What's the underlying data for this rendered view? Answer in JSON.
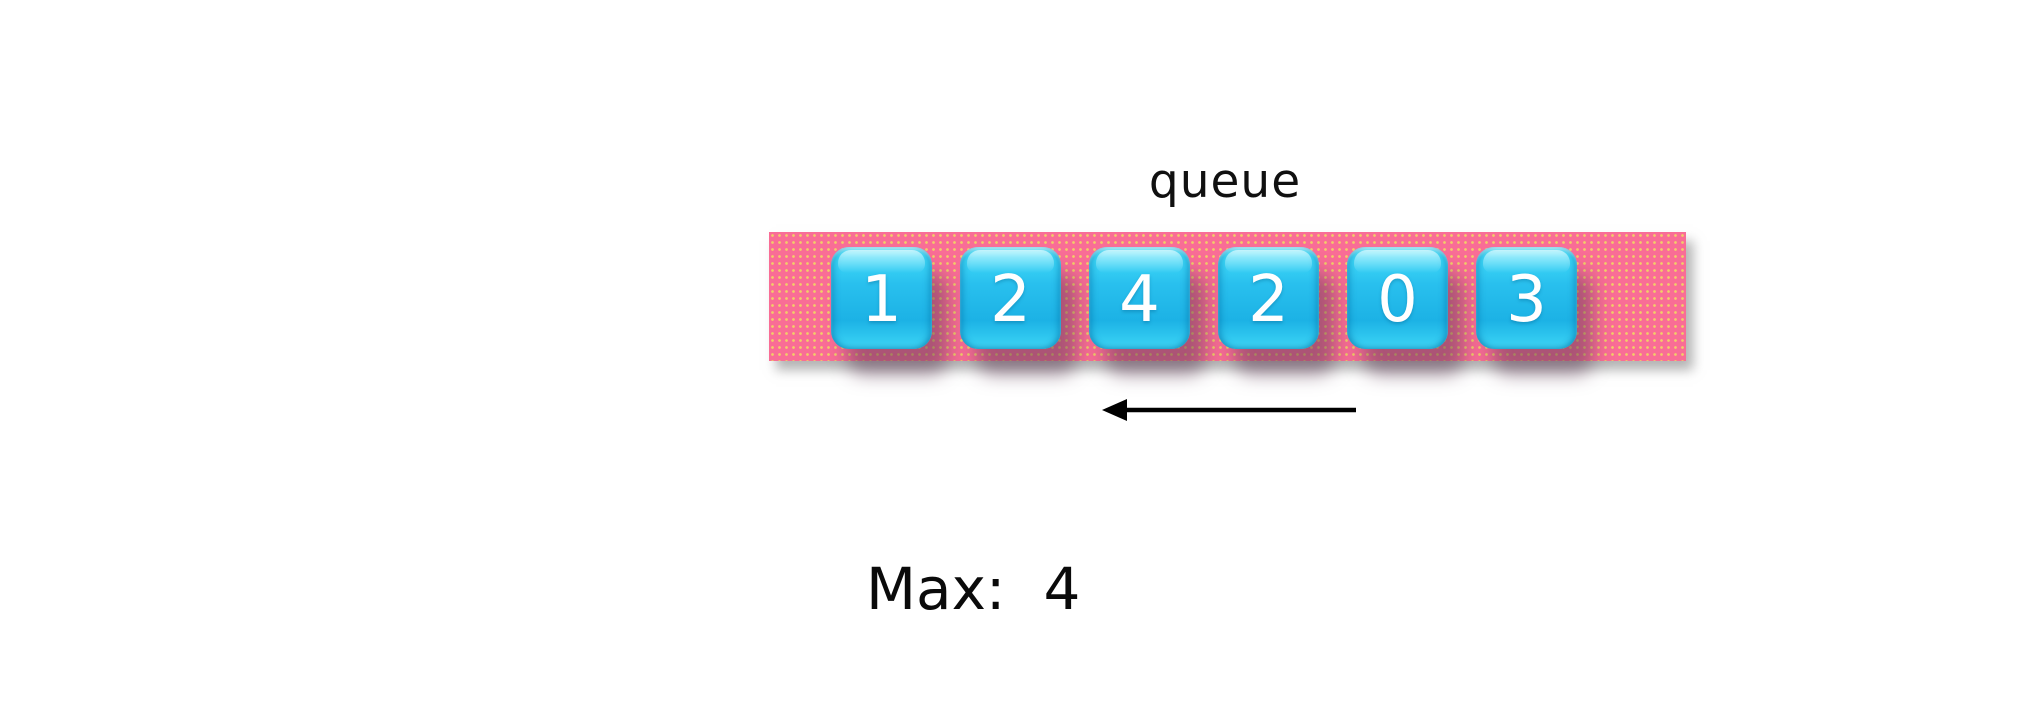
{
  "queue": {
    "label": "queue",
    "items": [
      "1",
      "2",
      "4",
      "2",
      "0",
      "3"
    ]
  },
  "arrow": {
    "direction": "left"
  },
  "max": {
    "label": "Max:",
    "value": "4"
  },
  "colors": {
    "bar_pink": "#F96D96",
    "bar_dot": "#F0E060",
    "tile_cyan": "#29C0EE",
    "tile_highlight": "#52E4FB",
    "tile_text": "#FFFFFF",
    "arrow_black": "#000000",
    "text_black": "#0A0A0A"
  }
}
